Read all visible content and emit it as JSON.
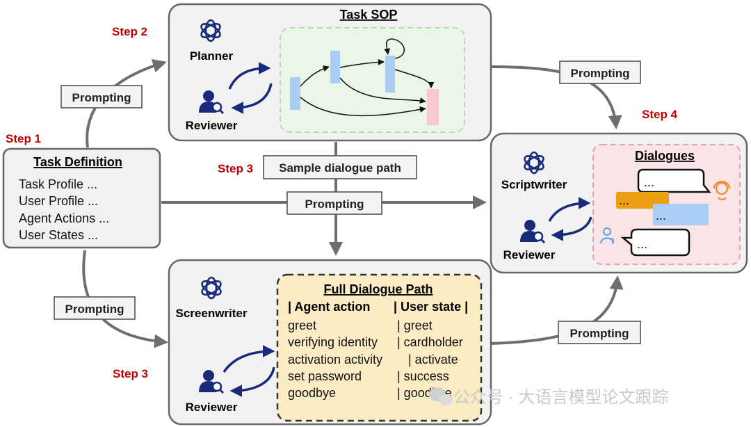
{
  "steps": {
    "step1": "Step 1",
    "step2": "Step 2",
    "step3a": "Step 3",
    "step3b": "Step 3",
    "step4": "Step 4"
  },
  "prompting": "Prompting",
  "task_definition": {
    "title": "Task Definition",
    "lines": [
      "Task Profile ...",
      "User Profile ...",
      "Agent Actions  ...",
      "User States  ..."
    ]
  },
  "task_sop": {
    "title": "Task SOP",
    "planner": "Planner",
    "reviewer": "Reviewer"
  },
  "sample_path": "Sample dialogue path",
  "dialogues": {
    "title": "Dialogues",
    "scriptwriter": "Scriptwriter",
    "reviewer": "Reviewer",
    "bubble": "..."
  },
  "full_path": {
    "title": "Full Dialogue Path",
    "screenwriter": "Screenwriter",
    "reviewer": "Reviewer",
    "header_left": "| Agent action",
    "header_right": "| User state |",
    "rows": [
      {
        "action": "greet",
        "state": "| greet"
      },
      {
        "action": "verifying identity",
        "state": "| cardholder"
      },
      {
        "action": "activation activity",
        "state": "| activate"
      },
      {
        "action": "set password",
        "state": "| success"
      },
      {
        "action": "goodbye",
        "state": "| goodbye"
      }
    ]
  },
  "watermark": "公众号 · 大语言模型论文跟踪",
  "colors": {
    "red": "#c00000",
    "navy": "#1a2a7a",
    "gray_arrow": "#6e6e6e",
    "sop_bg": "#eaf6e8",
    "path_bg": "#fbecc4",
    "dlg_bg": "#fbe4e6",
    "bar_blue": "#a9cdf5",
    "bar_pink": "#f6c9cc",
    "bar_orange": "#ec9f12",
    "agent_icon": "#ee8b2a",
    "user_icon": "#5aa0e8"
  }
}
